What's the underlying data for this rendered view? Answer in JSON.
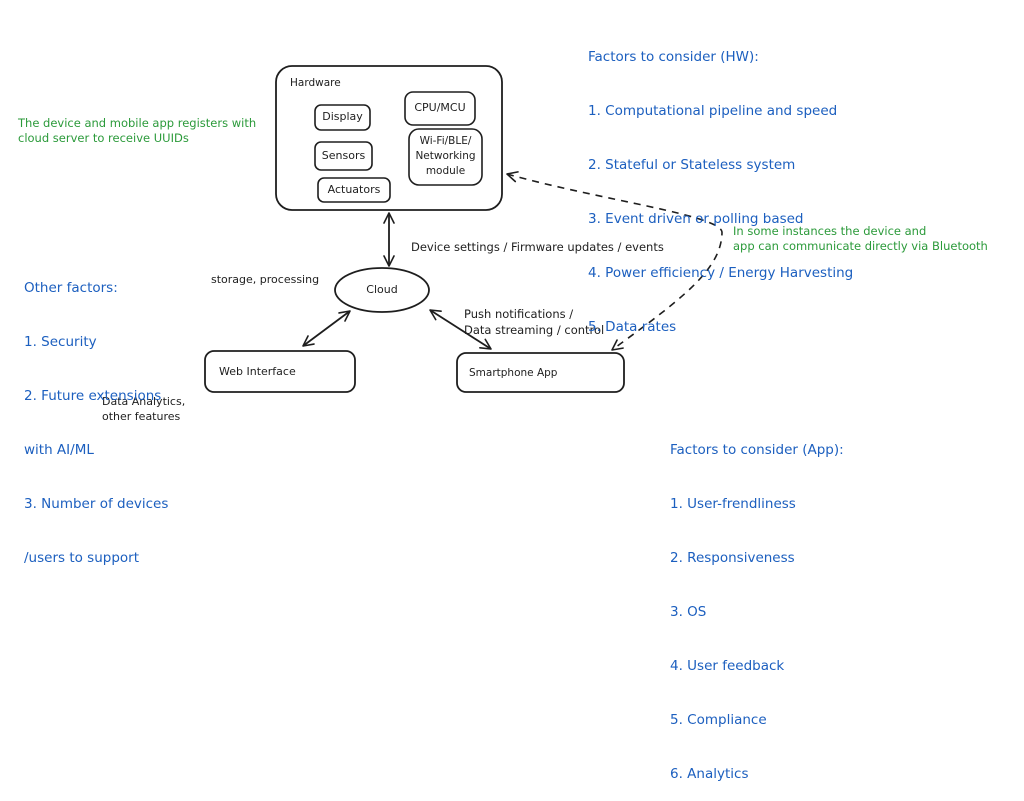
{
  "diagram": {
    "stroke_color": "#1e1e1e",
    "annotation_blue": "#1c5fbf",
    "annotation_green": "#2b9a3a",
    "nodes": {
      "hardware": {
        "label": "Hardware"
      },
      "display": {
        "label": "Display"
      },
      "sensors": {
        "label": "Sensors"
      },
      "actuators": {
        "label": "Actuators"
      },
      "cpu": {
        "label": "CPU/MCU"
      },
      "networking": {
        "label": "Wi-Fi/BLE/\nNetworking\nmodule"
      },
      "cloud": {
        "label": "Cloud"
      },
      "web_interface": {
        "label": "Web Interface"
      },
      "smartphone_app": {
        "label": "Smartphone App"
      }
    },
    "edges": {
      "hardware_cloud": {
        "label": "Device settings / Firmware updates / events",
        "style": "solid",
        "bidirectional": true
      },
      "cloud_app": {
        "label": "Push notifications /\nData streaming / control",
        "style": "solid",
        "bidirectional": true
      },
      "cloud_web": {
        "label": "",
        "style": "solid",
        "bidirectional": true
      },
      "app_hardware_bluetooth": {
        "label": "",
        "style": "dashed",
        "bidirectional": true
      }
    },
    "annotations": {
      "cloud_note": "storage, processing",
      "web_note": "Data Analytics,\nother features",
      "registration_note": "The device and mobile app registers with\ncloud server to receive UUIDs",
      "bluetooth_note": "In some instances the device and\napp can communicate directly via Bluetooth"
    },
    "hw_factors": {
      "title": "Factors to consider (HW):",
      "items": [
        "1. Computational pipeline and speed",
        "2. Stateful or Stateless system",
        "3. Event driven or polling based",
        "4. Power efficiency / Energy Harvesting",
        "5. Data rates"
      ]
    },
    "other_factors": {
      "title": "Other factors:",
      "items": [
        "1. Security",
        "2. Future extensions",
        "with AI/ML",
        "3. Number of devices",
        "/users to support"
      ]
    },
    "app_factors": {
      "title": "Factors to consider (App):",
      "items": [
        "1. User-frendliness",
        "2. Responsiveness",
        "3. OS",
        "4. User feedback",
        "5. Compliance",
        "6. Analytics"
      ]
    }
  }
}
